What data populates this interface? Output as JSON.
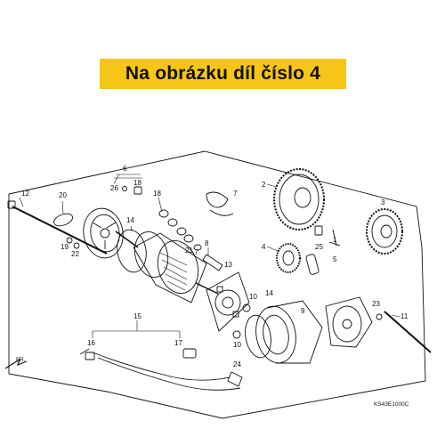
{
  "banner": {
    "text": "Na obrázku díl číslo 4"
  },
  "diagram_code": "KS43E1000C",
  "direction_label": "FR.",
  "colors": {
    "banner": "#f7c518",
    "ink": "#111111"
  },
  "callouts": [
    {
      "id": "c6",
      "text": "6"
    },
    {
      "id": "c26",
      "text": "26"
    },
    {
      "id": "c18a",
      "text": "18"
    },
    {
      "id": "c12",
      "text": "12"
    },
    {
      "id": "c20",
      "text": "20"
    },
    {
      "id": "c19",
      "text": "19"
    },
    {
      "id": "c22",
      "text": "22"
    },
    {
      "id": "c14a",
      "text": "14"
    },
    {
      "id": "c18b",
      "text": "18"
    },
    {
      "id": "c21",
      "text": "21"
    },
    {
      "id": "c8",
      "text": "8"
    },
    {
      "id": "c7",
      "text": "7"
    },
    {
      "id": "c13",
      "text": "13"
    },
    {
      "id": "c2",
      "text": "2"
    },
    {
      "id": "c3",
      "text": "3"
    },
    {
      "id": "c4",
      "text": "4"
    },
    {
      "id": "c25",
      "text": "25"
    },
    {
      "id": "c5",
      "text": "5"
    },
    {
      "id": "c1",
      "text": "1"
    },
    {
      "id": "c10a",
      "text": "10"
    },
    {
      "id": "c14b",
      "text": "14"
    },
    {
      "id": "c9",
      "text": "9"
    },
    {
      "id": "c10b",
      "text": "10"
    },
    {
      "id": "c23",
      "text": "23"
    },
    {
      "id": "c11",
      "text": "11"
    },
    {
      "id": "c15",
      "text": "15"
    },
    {
      "id": "c16",
      "text": "16"
    },
    {
      "id": "c17",
      "text": "17"
    },
    {
      "id": "c24",
      "text": "24"
    }
  ]
}
